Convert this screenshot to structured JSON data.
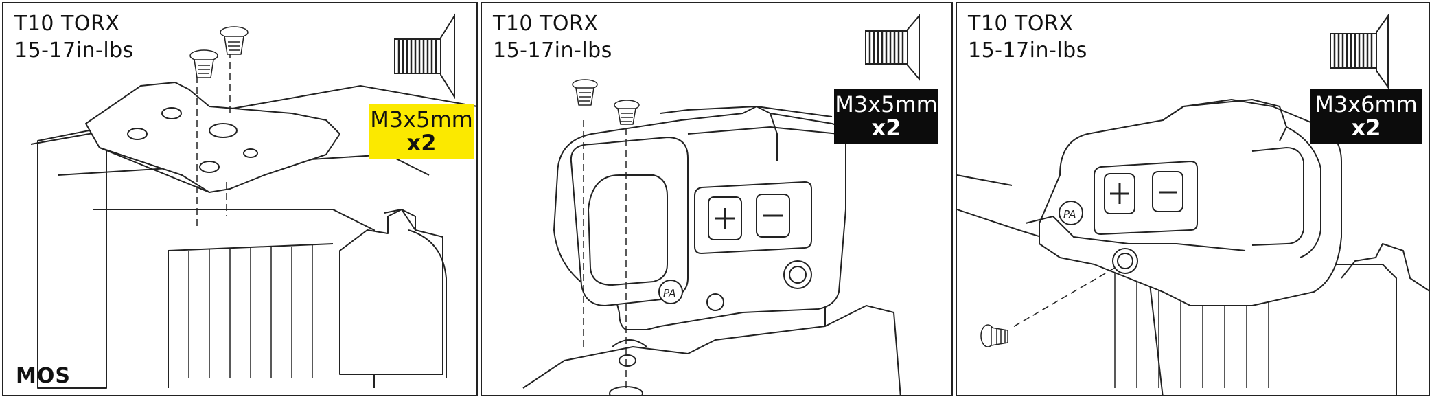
{
  "colors": {
    "highlight": "#fbe900",
    "badge_dark": "#0c0c0c",
    "line": "#222222"
  },
  "panels": [
    {
      "tool": "T10 TORX",
      "torque": "15-17in-lbs",
      "screw_size": "M3x5mm",
      "quantity": "x2",
      "badge_style": "yellow",
      "footer": "MOS"
    },
    {
      "tool": "T10 TORX",
      "torque": "15-17in-lbs",
      "screw_size": "M3x5mm",
      "quantity": "x2",
      "badge_style": "black"
    },
    {
      "tool": "T10 TORX",
      "torque": "15-17in-lbs",
      "screw_size": "M3x6mm",
      "quantity": "x2",
      "badge_style": "black"
    }
  ],
  "icons": [
    "flat-head-screw-icon",
    "torx-screw-icon",
    "plus-button-icon",
    "minus-button-icon",
    "pa-logo-icon"
  ]
}
